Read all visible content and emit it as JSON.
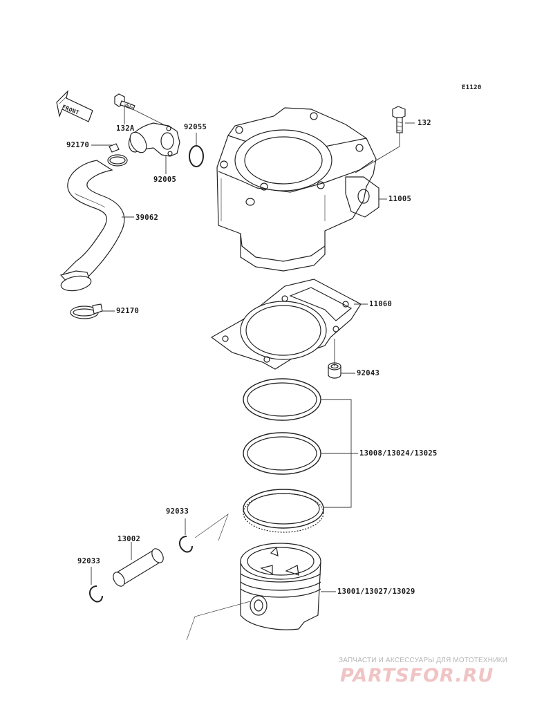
{
  "diagram_code": "E1120",
  "front_label": "FRONT",
  "parts": {
    "bolt_132a": "132A",
    "clamp_92170_top": "92170",
    "oring_92055": "92055",
    "fitting_92005": "92005",
    "hose_39062": "39062",
    "clamp_92170_bottom": "92170",
    "bolt_132": "132",
    "cylinder_11005": "11005",
    "gasket_11060": "11060",
    "dowel_92043": "92043",
    "rings": "13008/13024/13025",
    "circlip_92033_right": "92033",
    "pin_13002": "13002",
    "circlip_92033_left": "92033",
    "piston": "13001/13027/13029"
  },
  "watermark": {
    "tagline": "ЗАПЧАСТИ И АКСЕССУАРЫ ДЛЯ МОТОТЕХНИКИ",
    "brand": "PARTSFOR.RU"
  }
}
